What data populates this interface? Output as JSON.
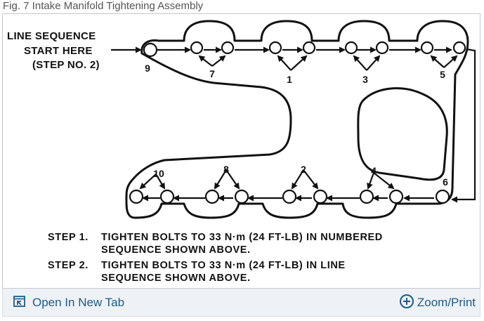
{
  "caption": "Fig. 7 Intake Manifold Tightening Assembly",
  "diagram": {
    "label_lines": [
      "LINE SEQUENCE",
      "START HERE",
      "(STEP NO. 2)"
    ],
    "bolt_numbers": {
      "n1": "1",
      "n2": "2",
      "n3": "3",
      "n4": "4",
      "n5": "5",
      "n6": "6",
      "n7": "7",
      "n8": "8",
      "n9": "9",
      "n10": "10"
    },
    "steps": [
      {
        "prefix": "STEP 1.",
        "line1": "TIGHTEN BOLTS TO 33 N·m (24 FT-LB) IN NUMBERED",
        "line2": "SEQUENCE SHOWN ABOVE."
      },
      {
        "prefix": "STEP 2.",
        "line1": "TIGHTEN BOLTS TO 33 N·m (24 FT-LB) IN LINE",
        "line2": "SEQUENCE SHOWN ABOVE."
      }
    ]
  },
  "toolbar": {
    "open_label": "Open In New Tab",
    "zoom_label": "Zoom/Print",
    "accent": "#1e5a8a"
  }
}
